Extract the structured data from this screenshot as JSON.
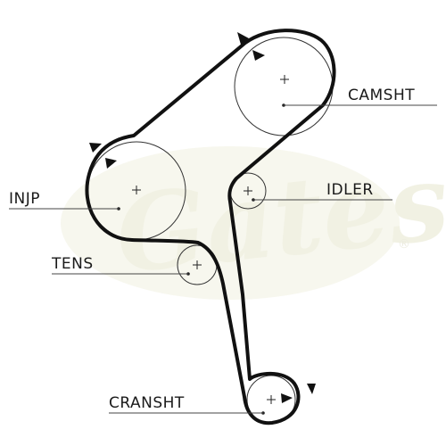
{
  "watermark": {
    "logo_text": "Gates",
    "registered_mark": "®"
  },
  "labels": {
    "camshaft": "CAMSHT",
    "idler": "IDLER",
    "injection_pump": "INJP",
    "tensioner": "TENS",
    "crankshaft": "CRANSHT"
  },
  "colors": {
    "belt": "#111111",
    "pulley_outline": "#333333",
    "label_text": "#1a1a1a",
    "watermark": "#f1f1e3"
  }
}
